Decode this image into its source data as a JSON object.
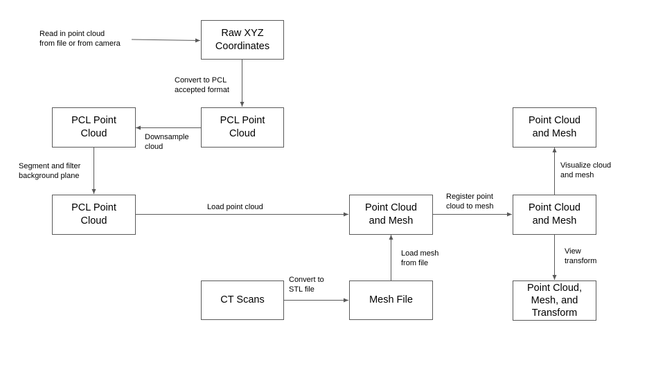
{
  "diagram": {
    "type": "flowchart",
    "colors": {
      "line": "#595959",
      "box_border": "#595959",
      "text": "#000000",
      "background": "#ffffff"
    },
    "nodes": [
      {
        "id": "raw_xyz",
        "label": "Raw XYZ\nCoordinates"
      },
      {
        "id": "pcl_1",
        "label": "PCL Point\nCloud"
      },
      {
        "id": "pcl_2",
        "label": "PCL Point\nCloud"
      },
      {
        "id": "pcl_3",
        "label": "PCL Point\nCloud"
      },
      {
        "id": "pc_mesh_1",
        "label": "Point Cloud\nand Mesh"
      },
      {
        "id": "pc_mesh_2",
        "label": "Point Cloud\nand Mesh"
      },
      {
        "id": "pc_mesh_3",
        "label": "Point Cloud\nand Mesh"
      },
      {
        "id": "ct_scans",
        "label": "CT Scans"
      },
      {
        "id": "mesh_file",
        "label": "Mesh File"
      },
      {
        "id": "pc_mesh_transform",
        "label": "Point Cloud,\nMesh, and\nTransform"
      }
    ],
    "edges": [
      {
        "from": "source",
        "to": "raw_xyz",
        "label": "Read in point cloud\nfrom file or from camera"
      },
      {
        "from": "raw_xyz",
        "to": "pcl_1",
        "label": "Convert to PCL\naccepted format"
      },
      {
        "from": "pcl_1",
        "to": "pcl_2",
        "label": "Downsample\ncloud"
      },
      {
        "from": "pcl_2",
        "to": "pcl_3",
        "label": "Segment and filter\nbackground plane"
      },
      {
        "from": "pcl_3",
        "to": "pc_mesh_1",
        "label": "Load point cloud"
      },
      {
        "from": "ct_scans",
        "to": "mesh_file",
        "label": "Convert to\nSTL file"
      },
      {
        "from": "mesh_file",
        "to": "pc_mesh_1",
        "label": "Load mesh\nfrom file"
      },
      {
        "from": "pc_mesh_1",
        "to": "pc_mesh_2",
        "label": "Register point\ncloud to mesh"
      },
      {
        "from": "pc_mesh_2",
        "to": "pc_mesh_3",
        "label": "Visualize cloud\nand mesh"
      },
      {
        "from": "pc_mesh_2",
        "to": "pc_mesh_transform",
        "label": "View\ntransform"
      }
    ]
  }
}
